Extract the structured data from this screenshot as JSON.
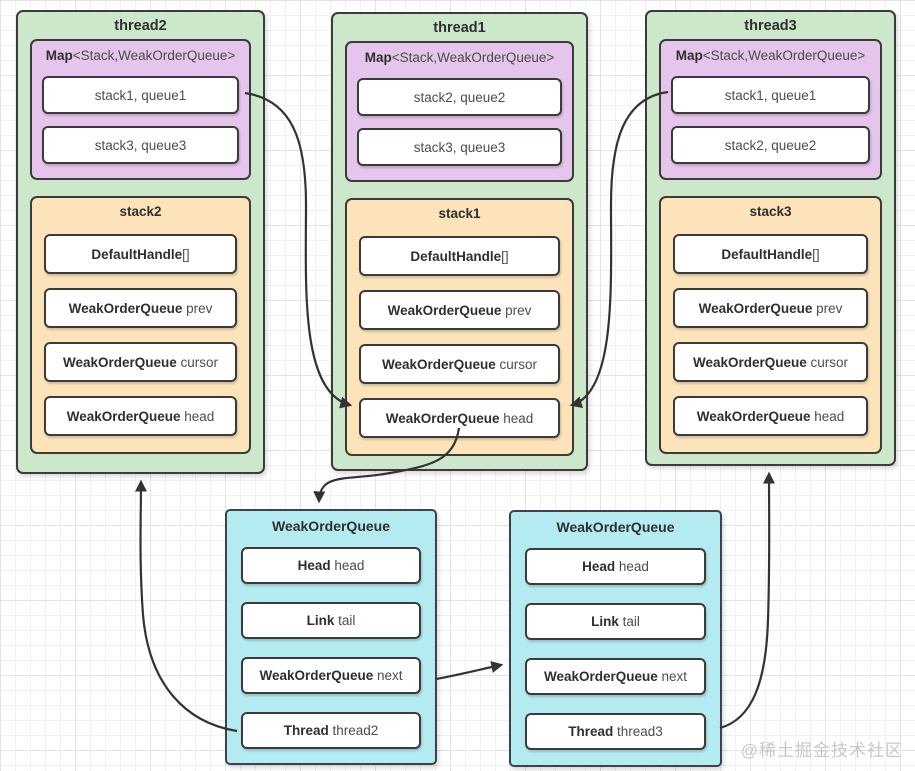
{
  "watermark": "@稀土掘金技术社区",
  "colors": {
    "thread_fill": "#cde7cb",
    "map_fill": "#e6c5ec",
    "stack_fill": "#fce3ba",
    "queue_fill": "#b4ebf0",
    "border": "#3b3b3b",
    "arrow": "#333333"
  },
  "threads": [
    {
      "title": "thread2",
      "map": {
        "title_bold": "Map",
        "title_rest": "<Stack,WeakOrderQueue>",
        "entries": [
          "stack1, queue1",
          "stack3, queue3"
        ]
      },
      "stack": {
        "title": "stack2",
        "fields": [
          {
            "bold": "DefaultHandle",
            "regular": "[]"
          },
          {
            "bold": "WeakOrderQueue",
            "regular": " prev"
          },
          {
            "bold": "WeakOrderQueue",
            "regular": " cursor"
          },
          {
            "bold": "WeakOrderQueue",
            "regular": " head"
          }
        ]
      }
    },
    {
      "title": "thread1",
      "map": {
        "title_bold": "Map",
        "title_rest": "<Stack,WeakOrderQueue>",
        "entries": [
          "stack2, queue2",
          "stack3, queue3"
        ]
      },
      "stack": {
        "title": "stack1",
        "fields": [
          {
            "bold": "DefaultHandle",
            "regular": "[]"
          },
          {
            "bold": "WeakOrderQueue",
            "regular": " prev"
          },
          {
            "bold": "WeakOrderQueue",
            "regular": " cursor"
          },
          {
            "bold": "WeakOrderQueue",
            "regular": " head"
          }
        ]
      }
    },
    {
      "title": "thread3",
      "map": {
        "title_bold": "Map",
        "title_rest": "<Stack,WeakOrderQueue>",
        "entries": [
          "stack1, queue1",
          "stack2, queue2"
        ]
      },
      "stack": {
        "title": "stack3",
        "fields": [
          {
            "bold": "DefaultHandle",
            "regular": "[]"
          },
          {
            "bold": "WeakOrderQueue",
            "regular": " prev"
          },
          {
            "bold": "WeakOrderQueue",
            "regular": " cursor"
          },
          {
            "bold": "WeakOrderQueue",
            "regular": " head"
          }
        ]
      }
    }
  ],
  "queues": [
    {
      "title": "WeakOrderQueue",
      "fields": [
        {
          "bold": "Head",
          "regular": " head"
        },
        {
          "bold": "Link",
          "regular": " tail"
        },
        {
          "bold": "WeakOrderQueue",
          "regular": " next"
        },
        {
          "bold": "Thread",
          "regular": " thread2"
        }
      ]
    },
    {
      "title": "WeakOrderQueue",
      "fields": [
        {
          "bold": "Head",
          "regular": " head"
        },
        {
          "bold": "Link",
          "regular": " tail"
        },
        {
          "bold": "WeakOrderQueue",
          "regular": " next"
        },
        {
          "bold": "Thread",
          "regular": " thread3"
        }
      ]
    }
  ]
}
